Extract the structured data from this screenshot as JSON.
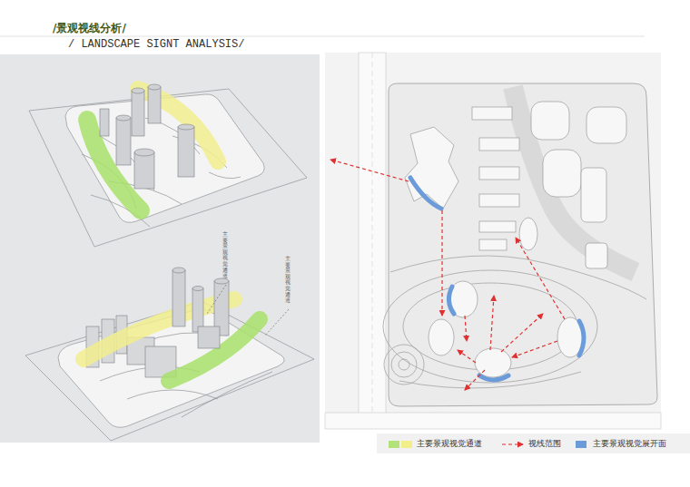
{
  "diagram": {
    "title": "/景观视线分析/",
    "labels": [
      "/ LANDSCAPE SIGNT ANALYSIS/",
      "主要景观视觉通道",
      "主要景观视觉通道"
    ],
    "legend": [
      {
        "text": "主要景观视觉通道",
        "color": "#b3e27a"
      },
      {
        "text": "视线范围"
      },
      {
        "text": "主要景观视觉展开面",
        "color": "#6b9bd9"
      }
    ]
  }
}
